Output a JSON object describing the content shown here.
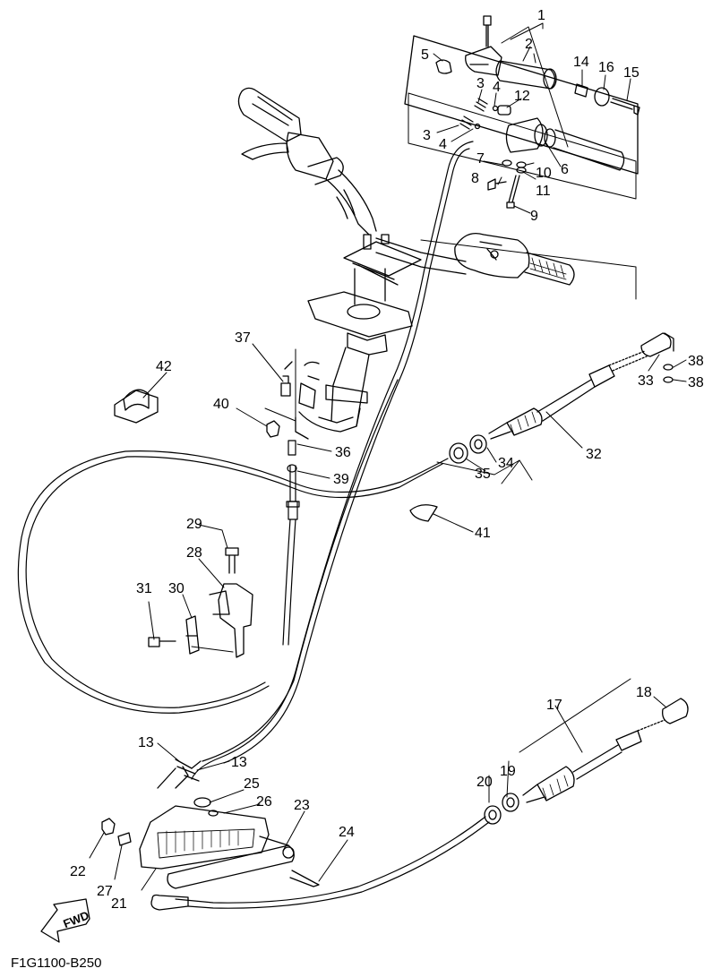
{
  "diagram": {
    "drawing_code": "F1G1100-B250",
    "direction_label": "FWD",
    "callouts": [
      "1",
      "2",
      "3",
      "3",
      "4",
      "4",
      "5",
      "6",
      "7",
      "8",
      "9",
      "10",
      "11",
      "12",
      "13",
      "13",
      "14",
      "15",
      "16",
      "17",
      "18",
      "19",
      "20",
      "21",
      "22",
      "23",
      "24",
      "25",
      "26",
      "27",
      "28",
      "29",
      "30",
      "31",
      "32",
      "33",
      "34",
      "35",
      "36",
      "37",
      "38",
      "38",
      "39",
      "40",
      "41",
      "42"
    ]
  }
}
